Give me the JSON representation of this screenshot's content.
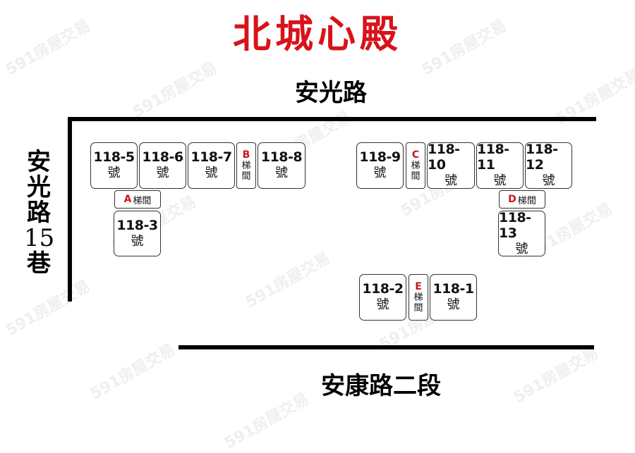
{
  "title": "北城心殿",
  "colors": {
    "title": "#d8131a",
    "stair_letter": "#c8161d",
    "line": "#000000"
  },
  "roads": {
    "top": "安光路",
    "left": [
      "安",
      "光",
      "路",
      "15",
      "巷"
    ],
    "bottom": "安康路二段"
  },
  "units": [
    {
      "id": "118-5",
      "number": "118-5",
      "suffix": "號"
    },
    {
      "id": "118-6",
      "number": "118-6",
      "suffix": "號"
    },
    {
      "id": "118-7",
      "number": "118-7",
      "suffix": "號"
    },
    {
      "id": "118-8",
      "number": "118-8",
      "suffix": "號"
    },
    {
      "id": "118-3",
      "number": "118-3",
      "suffix": "號"
    },
    {
      "id": "118-9",
      "number": "118-9",
      "suffix": "號"
    },
    {
      "id": "118-10",
      "number": "118-10",
      "suffix": "號"
    },
    {
      "id": "118-11",
      "number": "118-11",
      "suffix": "號"
    },
    {
      "id": "118-12",
      "number": "118-12",
      "suffix": "號"
    },
    {
      "id": "118-13",
      "number": "118-13",
      "suffix": "號"
    },
    {
      "id": "118-2",
      "number": "118-2",
      "suffix": "號"
    },
    {
      "id": "118-1",
      "number": "118-1",
      "suffix": "號"
    }
  ],
  "stairs": [
    {
      "letter": "A",
      "c1": "梯",
      "c2": "間"
    },
    {
      "letter": "B",
      "c1": "梯",
      "c2": "間"
    },
    {
      "letter": "C",
      "c1": "梯",
      "c2": "間"
    },
    {
      "letter": "D",
      "c1": "梯",
      "c2": "間"
    },
    {
      "letter": "E",
      "c1": "梯",
      "c2": "間"
    }
  ],
  "watermark": "591房屋交易"
}
